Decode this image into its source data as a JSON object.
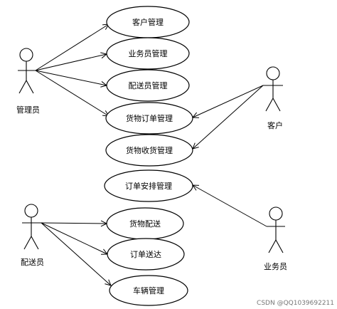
{
  "actors": {
    "admin": "管理员",
    "customer": "客户",
    "courier": "配送员",
    "clerk": "业务员"
  },
  "use_cases": [
    "客户管理",
    "业务员管理",
    "配送员管理",
    "货物订单管理",
    "货物收货管理",
    "订单安排管理",
    "货物配送",
    "订单送达",
    "车辆管理"
  ],
  "watermark": "CSDN @QQ1039692211",
  "associations": [
    {
      "from": "管理员",
      "to": "客户管理"
    },
    {
      "from": "管理员",
      "to": "业务员管理"
    },
    {
      "from": "管理员",
      "to": "配送员管理"
    },
    {
      "from": "管理员",
      "to": "货物订单管理"
    },
    {
      "from": "客户",
      "to": "货物订单管理"
    },
    {
      "from": "客户",
      "to": "货物收货管理"
    },
    {
      "from": "业务员",
      "to": "订单安排管理"
    },
    {
      "from": "配送员",
      "to": "货物配送"
    },
    {
      "from": "配送员",
      "to": "订单送达"
    },
    {
      "from": "配送员",
      "to": "车辆管理"
    }
  ]
}
